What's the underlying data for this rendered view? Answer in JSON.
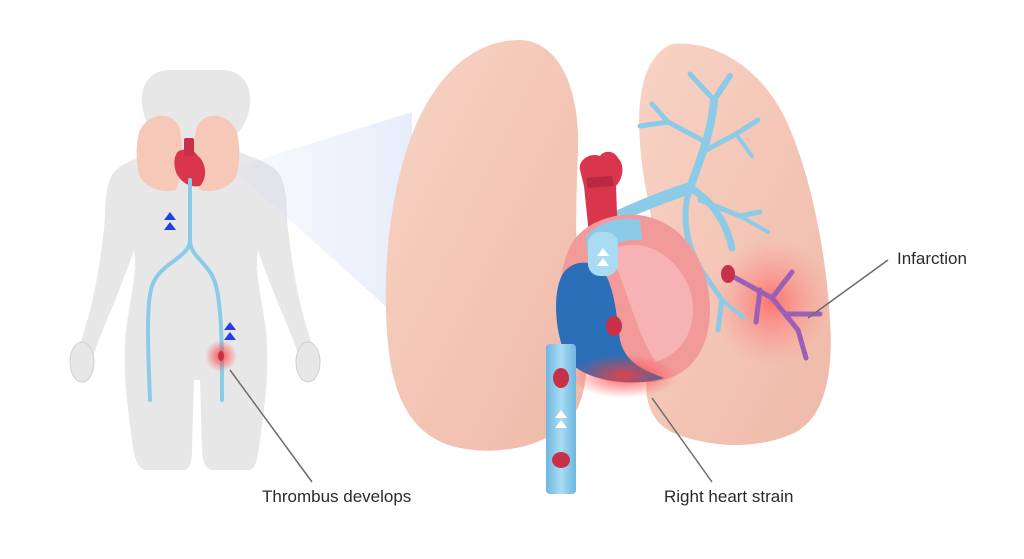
{
  "labels": {
    "thrombus": "Thrombus develops",
    "right_heart_strain": "Right heart strain",
    "infarction": "Infarction"
  },
  "colors": {
    "body_silhouette": "#e6e6e6",
    "lung": "#f6cbbb",
    "vessel_blue": "#8ccbe8",
    "clot_red": "#c8304a",
    "heart_red": "#d9364e",
    "flow_arrow_blue": "#2340e6",
    "leader_line": "#6b6b6b"
  }
}
